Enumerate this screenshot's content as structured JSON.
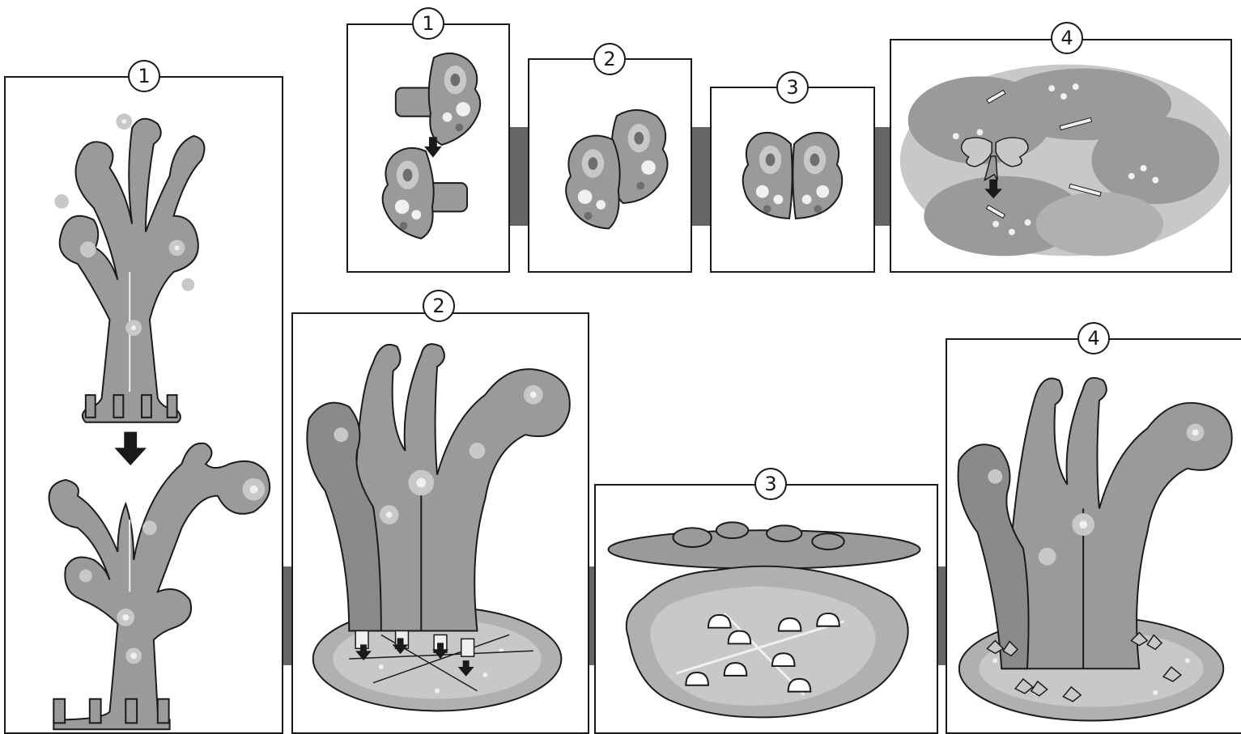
{
  "butterfly_steps": [
    "1",
    "2",
    "3",
    "4"
  ],
  "tree_steps": [
    "1",
    "2",
    "3",
    "4"
  ],
  "colors": {
    "outline": "#1a1a1a",
    "fill_mid": "#9a9a9a",
    "fill_light": "#c8c8c8",
    "fill_dark": "#6e6e6e",
    "connector": "#666666"
  },
  "icons": [
    "down-arrow-icon",
    "flower-pattern"
  ]
}
